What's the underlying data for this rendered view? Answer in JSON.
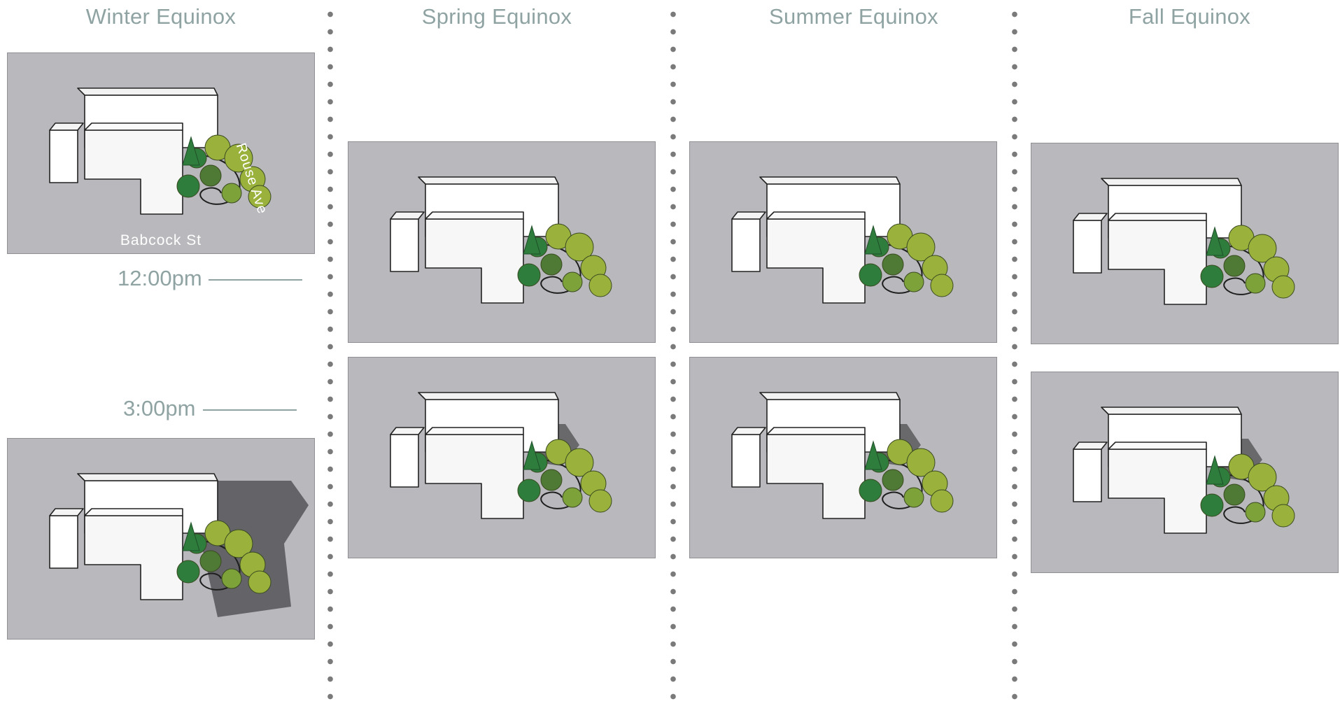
{
  "columns": [
    {
      "title": "Winter Equinox"
    },
    {
      "title": "Spring Equinox"
    },
    {
      "title": "Summer Equinox"
    },
    {
      "title": "Fall Equinox"
    }
  ],
  "times": {
    "noon": "12:00pm",
    "three": "3:00pm"
  },
  "streets": {
    "rouse": "Rouse Ave",
    "babcock": "Babcock St"
  },
  "colors": {
    "title_text": "#8fa3a3",
    "ground": "#b9b9bd",
    "building": "#ffffff",
    "shadow": "#5a5a5e",
    "tree_dark": "#2e7d3c",
    "tree_light": "#9ab23c",
    "separator_dots": "#7a7a7a"
  }
}
